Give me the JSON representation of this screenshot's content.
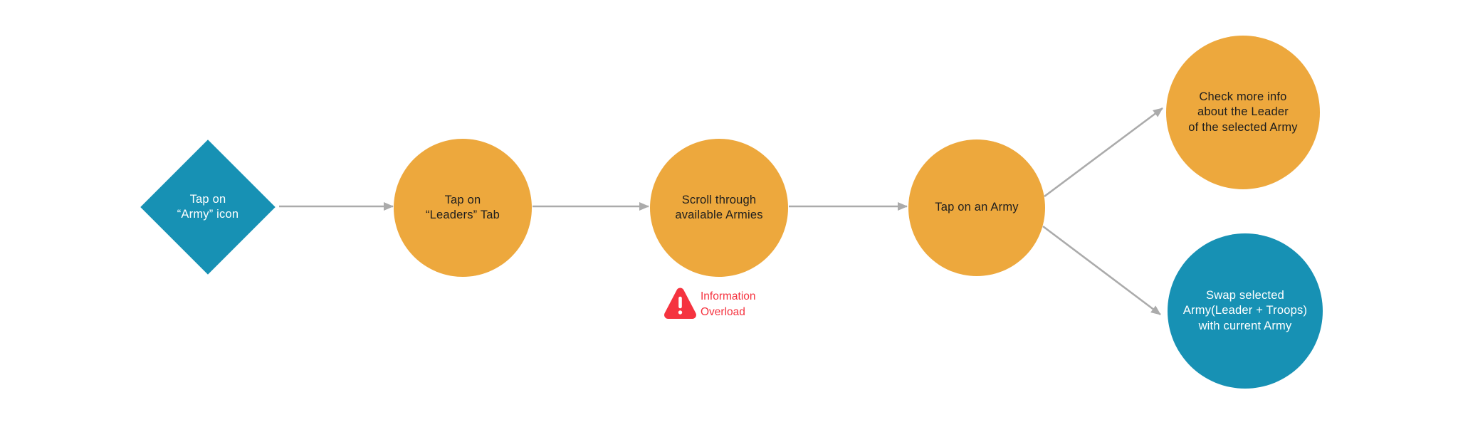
{
  "diagram": {
    "nodes": {
      "step1": {
        "label": "Tap on\n“Army” icon",
        "shape": "diamond",
        "fill": "#1791B4",
        "text_color": "#FFFFFF"
      },
      "step2": {
        "label": "Tap on\n“Leaders” Tab",
        "shape": "circle",
        "fill": "#EDA83D",
        "text_color": "#1D1D1D"
      },
      "step3": {
        "label": "Scroll through\navailable Armies",
        "shape": "circle",
        "fill": "#EDA83D",
        "text_color": "#1D1D1D"
      },
      "step4": {
        "label": "Tap on an Army",
        "shape": "circle",
        "fill": "#EDA83D",
        "text_color": "#1D1D1D"
      },
      "outcome_info": {
        "label": "Check more info\nabout the Leader\nof the selected Army",
        "shape": "circle",
        "fill": "#EDA83D",
        "text_color": "#1D1D1D"
      },
      "outcome_swap": {
        "label": "Swap selected\nArmy(Leader + Troops)\nwith current Army",
        "shape": "circle",
        "fill": "#1791B4",
        "text_color": "#FFFFFF"
      }
    },
    "edges": [
      {
        "from": "step1",
        "to": "step2"
      },
      {
        "from": "step2",
        "to": "step3"
      },
      {
        "from": "step3",
        "to": "step4"
      },
      {
        "from": "step4",
        "to": "outcome_info"
      },
      {
        "from": "step4",
        "to": "outcome_swap"
      }
    ],
    "annotation": {
      "label": "Information\nOverload",
      "icon": "warning-triangle-icon",
      "color": "#F5333F",
      "attached_to": "step3"
    },
    "colors": {
      "orange": "#EDA83D",
      "teal": "#1791B4",
      "red": "#F5333F",
      "arrow_gray": "#ABABAB",
      "background": "#FFFFFF"
    }
  }
}
